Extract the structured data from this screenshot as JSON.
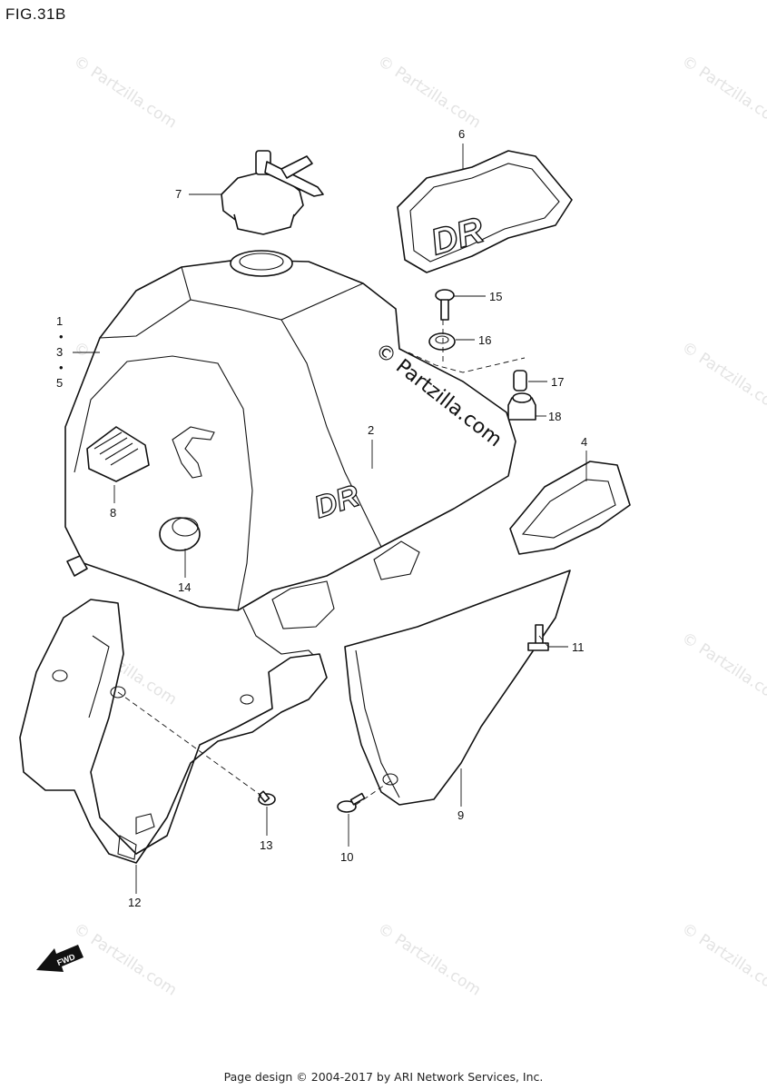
{
  "figure_title": "FIG.31B",
  "footer_text": "Page design © 2004-2017 by ARI Network Services, Inc.",
  "watermark_text": "© Partzilla.com",
  "center_watermark_text": "© Partzilla.com",
  "fwd_label": "FWD",
  "callouts": {
    "c1": "1",
    "c3": "3",
    "c5": "5",
    "c2": "2",
    "c4": "4",
    "c6": "6",
    "c7": "7",
    "c8": "8",
    "c9": "9",
    "c10": "10",
    "c11": "11",
    "c12": "12",
    "c13": "13",
    "c14": "14",
    "c15": "15",
    "c16": "16",
    "c17": "17",
    "c18": "18"
  },
  "emblem_text": "DR",
  "colors": {
    "ink": "#111111",
    "watermark": "#e3e3e3",
    "background": "#ffffff"
  }
}
